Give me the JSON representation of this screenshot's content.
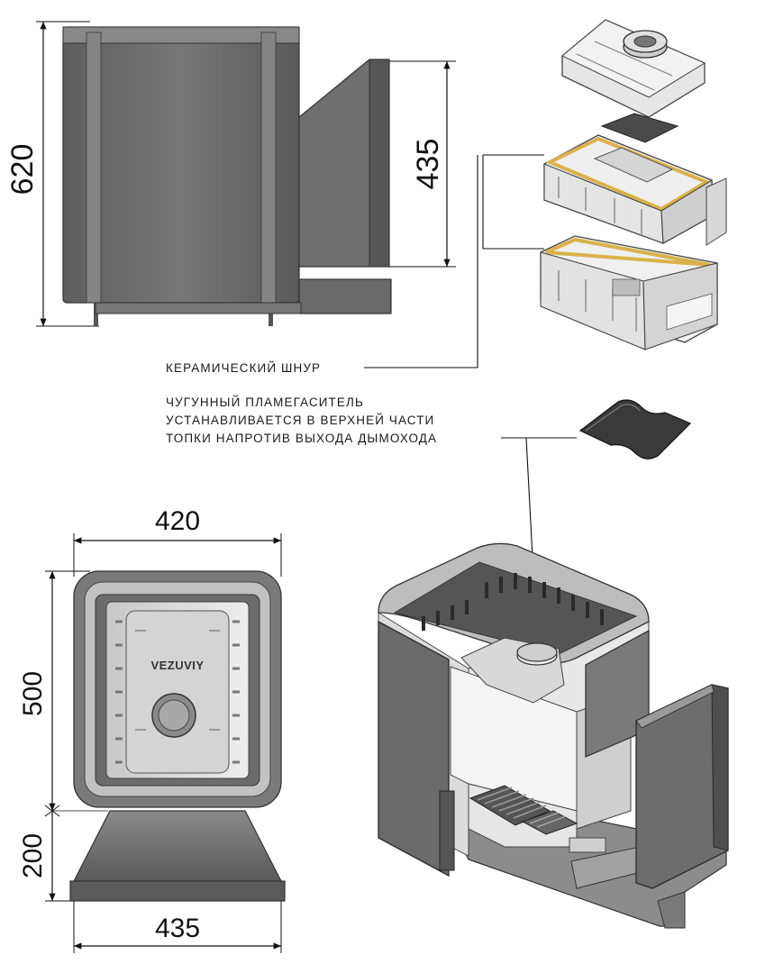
{
  "dimensions": {
    "side_height": "620",
    "tank_height": "435",
    "top_width": "420",
    "top_depth": "500",
    "base_depth": "200",
    "base_width": "435"
  },
  "labels": {
    "ceramic_cord": "КЕРАМИЧЕСКИЙ ШНУР",
    "flame_line1": "ЧУГУННЫЙ ПЛАМЕГАСИТЕЛЬ",
    "flame_line2": "УСТАНАВЛИВАЕТСЯ В ВЕРХНЕЙ ЧАСТИ",
    "flame_line3": "ТОПКИ НАПРОТИВ ВЫХОДА ДЫМОХОДА"
  },
  "brand": "VEZUVIY",
  "colors": {
    "dark_panel": "#6a6a6a",
    "steel": "#8a8a8a",
    "light": "#d8d8d8",
    "cord": "#d9b24a",
    "line": "#111111"
  }
}
